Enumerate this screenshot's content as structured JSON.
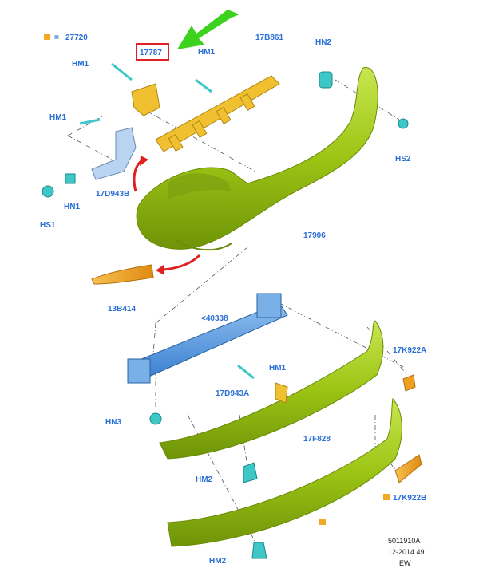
{
  "legend": {
    "symbol_color": "#f5a623",
    "equals": "=",
    "code": "27720"
  },
  "highlight": {
    "code": "17787",
    "box_color": "#e02020",
    "arrow_color": "#3cd21e"
  },
  "labels": {
    "hm1_a": "HM1",
    "hm1_b": "HM1",
    "hm1_c": "HM1",
    "hm1_d": "HM1",
    "b17b861": "17B861",
    "hn2": "HN2",
    "hs2": "HS2",
    "d17d943b": "17D943B",
    "hn1": "HN1",
    "hs1": "HS1",
    "p17906": "17906",
    "p13b414": "13B414",
    "p40338": "<40338",
    "p17k922a": "17K922A",
    "p17d943a": "17D943A",
    "hn3": "HN3",
    "p17f828": "17F828",
    "hm2_a": "HM2",
    "hm2_b": "HM2",
    "p17k922b": "17K922B"
  },
  "footer": {
    "line1": "5011910A",
    "line2": "12-2014 49",
    "line3": "EW"
  },
  "colors": {
    "bumper": "#a6cf10",
    "bracket": "#f0c030",
    "beam": "#4a90e2",
    "fastener": "#3ec7c7",
    "reflector": "#f0a020",
    "label": "#2a6fd6"
  }
}
